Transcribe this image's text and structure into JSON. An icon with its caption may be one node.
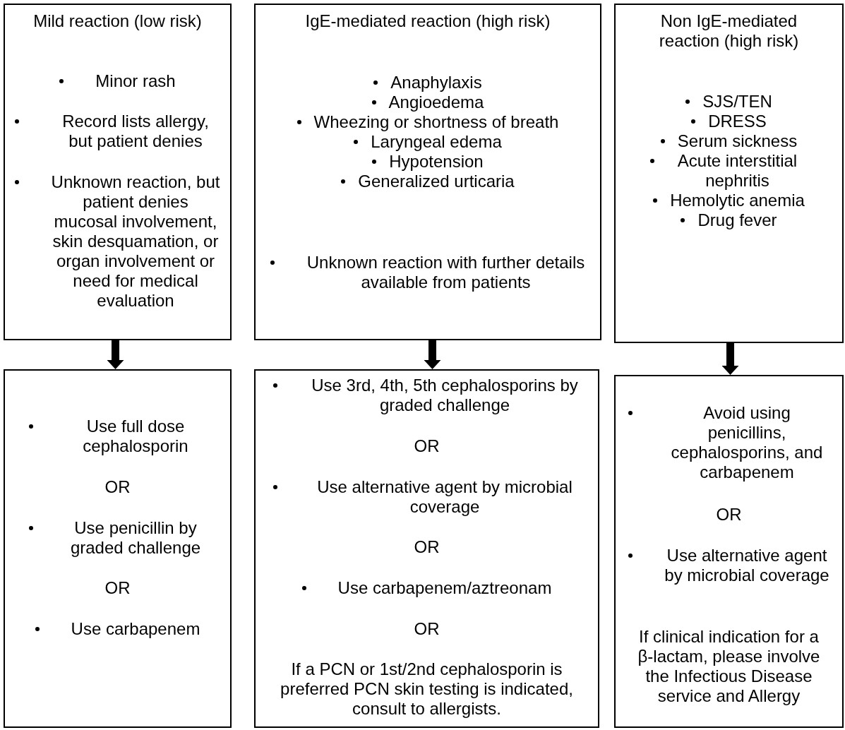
{
  "diagram": {
    "nodes": [
      {
        "text": [
          "Mild reaction (low risk)",
          "Minor rash",
          "Record lists allergy, but patient denies",
          "Unknown reaction, but patient denies mucosal involvement, skin desquamation, or organ involvement or need for medical evaluation"
        ]
      },
      {
        "text": [
          "IgE-mediated reaction (high risk)",
          "Anaphylaxis",
          "Angioedema",
          "Wheezing or shortness of breath",
          "Laryngeal edema",
          "Hypotension",
          "Generalized urticaria",
          "Unknown reaction with further details available from patients"
        ]
      },
      {
        "text": [
          "Non IgE-mediated reaction (high risk)",
          "SJS/TEN",
          "DRESS",
          "Serum sickness",
          "Acute interstitial nephritis",
          "Hemolytic anemia",
          "Drug fever"
        ]
      },
      {
        "text": [
          "Use full dose cephalosporin",
          "OR",
          "Use penicillin by graded challenge",
          "OR",
          "Use carbapenem"
        ]
      },
      {
        "text": [
          "Use 3rd, 4th, 5th cephalosporins by graded challenge",
          "OR",
          "Use alternative agent by microbial coverage",
          "OR",
          "Use carbapenem/aztreonam",
          "OR",
          "If a PCN or 1st/2nd cephalosporin is preferred PCN skin testing is indicated, consult to allergists."
        ]
      },
      {
        "text": [
          "Avoid using penicillins, cephalosporins, and carbapenem",
          "OR",
          "Use alternative agent by microbial coverage",
          "If clinical indication for a β-lactam, please involve the Infectious Disease service and Allergy"
        ]
      }
    ],
    "edges": [
      {
        "from": 0,
        "to": 3,
        "arrow": "to"
      },
      {
        "from": 1,
        "to": 4,
        "arrow": "to"
      },
      {
        "from": 2,
        "to": 5,
        "arrow": "to"
      }
    ]
  }
}
